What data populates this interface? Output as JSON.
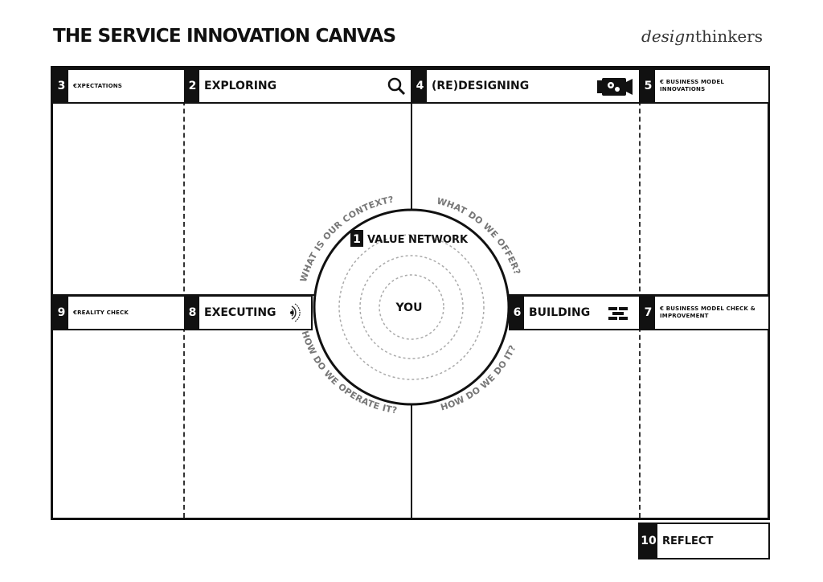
{
  "header": {
    "title": "THE SERVICE INNOVATION CANVAS",
    "brand_italic": "design",
    "brand_rest": "thinkers"
  },
  "boxes": {
    "expectations": {
      "num": "3",
      "label": "€XPECTATIONS"
    },
    "exploring": {
      "num": "2",
      "label": "EXPLORING",
      "icon": "magnifier-icon"
    },
    "redesigning": {
      "num": "4",
      "label": "(RE)DESIGNING",
      "icon": "camera-gears-icon"
    },
    "business_model_innovations": {
      "num": "5",
      "label": "€ BUSINESS MODEL INNOVATIONS"
    },
    "reality_check": {
      "num": "9",
      "label": "€REALITY CHECK"
    },
    "executing": {
      "num": "8",
      "label": "EXECUTING",
      "icon": "signal-waves-icon"
    },
    "building": {
      "num": "6",
      "label": "BUILDING",
      "icon": "bricks-icon"
    },
    "business_model_check": {
      "num": "7",
      "label": "€ BUSINESS MODEL CHECK & IMPROVEMENT"
    }
  },
  "center": {
    "num": "1",
    "label": "VALUE NETWORK",
    "you": "YOU",
    "q_context": "WHAT IS OUR CONTEXT?",
    "q_offer": "WHAT DO WE OFFER?",
    "q_operate": "HOW DO WE OPERATE IT?",
    "q_do": "HOW DO WE DO IT?"
  },
  "reflect": {
    "num": "10",
    "label": "REFLECT"
  }
}
